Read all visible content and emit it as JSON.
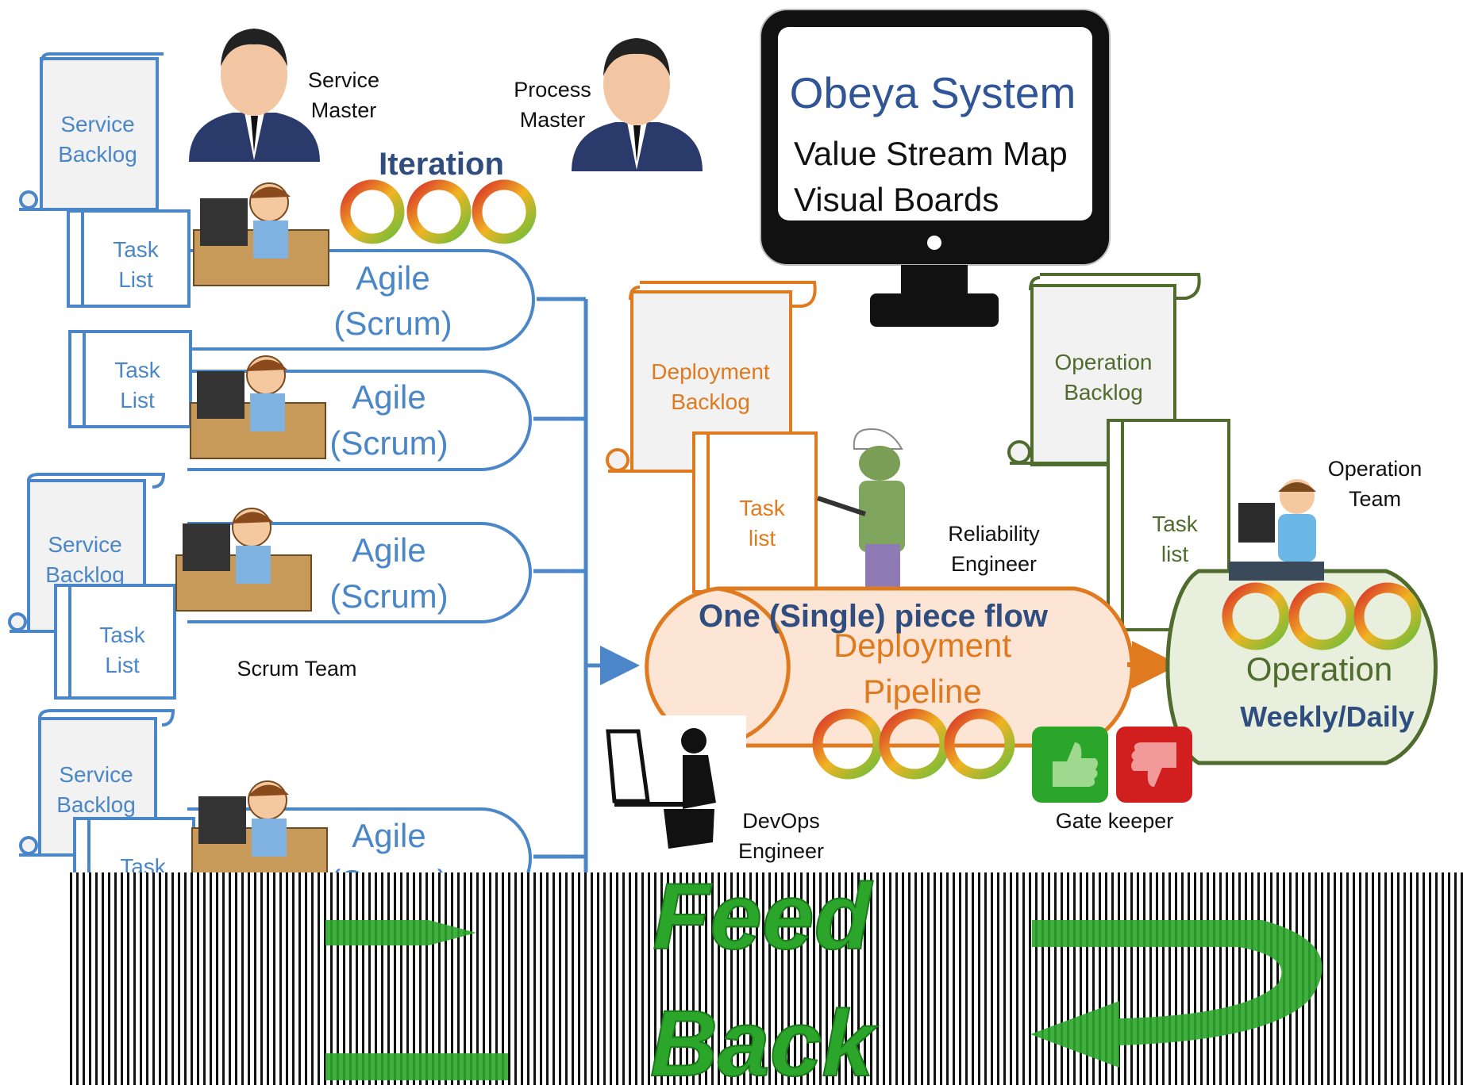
{
  "monitor": {
    "title": "Obeya System",
    "line1": "Value Stream Map",
    "line2": "Visual Boards"
  },
  "roles": {
    "service_master": [
      "Service",
      "Master"
    ],
    "process_master": [
      "Process",
      "Master"
    ],
    "reliability_engineer": [
      "Reliability",
      "Engineer"
    ],
    "operation_team": [
      "Operation",
      "Team"
    ],
    "devops_engineer": [
      "DevOps",
      "Engineer"
    ],
    "gate_keeper": "Gate keeper",
    "scrum_team": "Scrum Team"
  },
  "iteration_label": "Iteration",
  "scrolls": {
    "service_backlog": [
      "Service",
      "Backlog"
    ],
    "deployment_backlog": [
      "Deployment",
      "Backlog"
    ],
    "operation_backlog": [
      "Operation",
      "Backlog"
    ]
  },
  "task_lists": {
    "blue": [
      "Task",
      "List"
    ],
    "lower": [
      "Task",
      "list"
    ]
  },
  "agile": [
    "Agile",
    "(Scrum)"
  ],
  "pipeline": {
    "flow_label": "One (Single) piece flow",
    "line1": "Deployment",
    "line2": "Pipeline"
  },
  "operation": {
    "label": "Operation",
    "cadence": "Weekly/Daily"
  },
  "feedback": {
    "word1": "Feed",
    "word2": "Back"
  },
  "colors": {
    "blue": "#4A86C8",
    "dark_blue": "#2F4E7F",
    "orange": "#E07A1E",
    "olive": "#4F6B2D",
    "green": "#2BA62B"
  }
}
